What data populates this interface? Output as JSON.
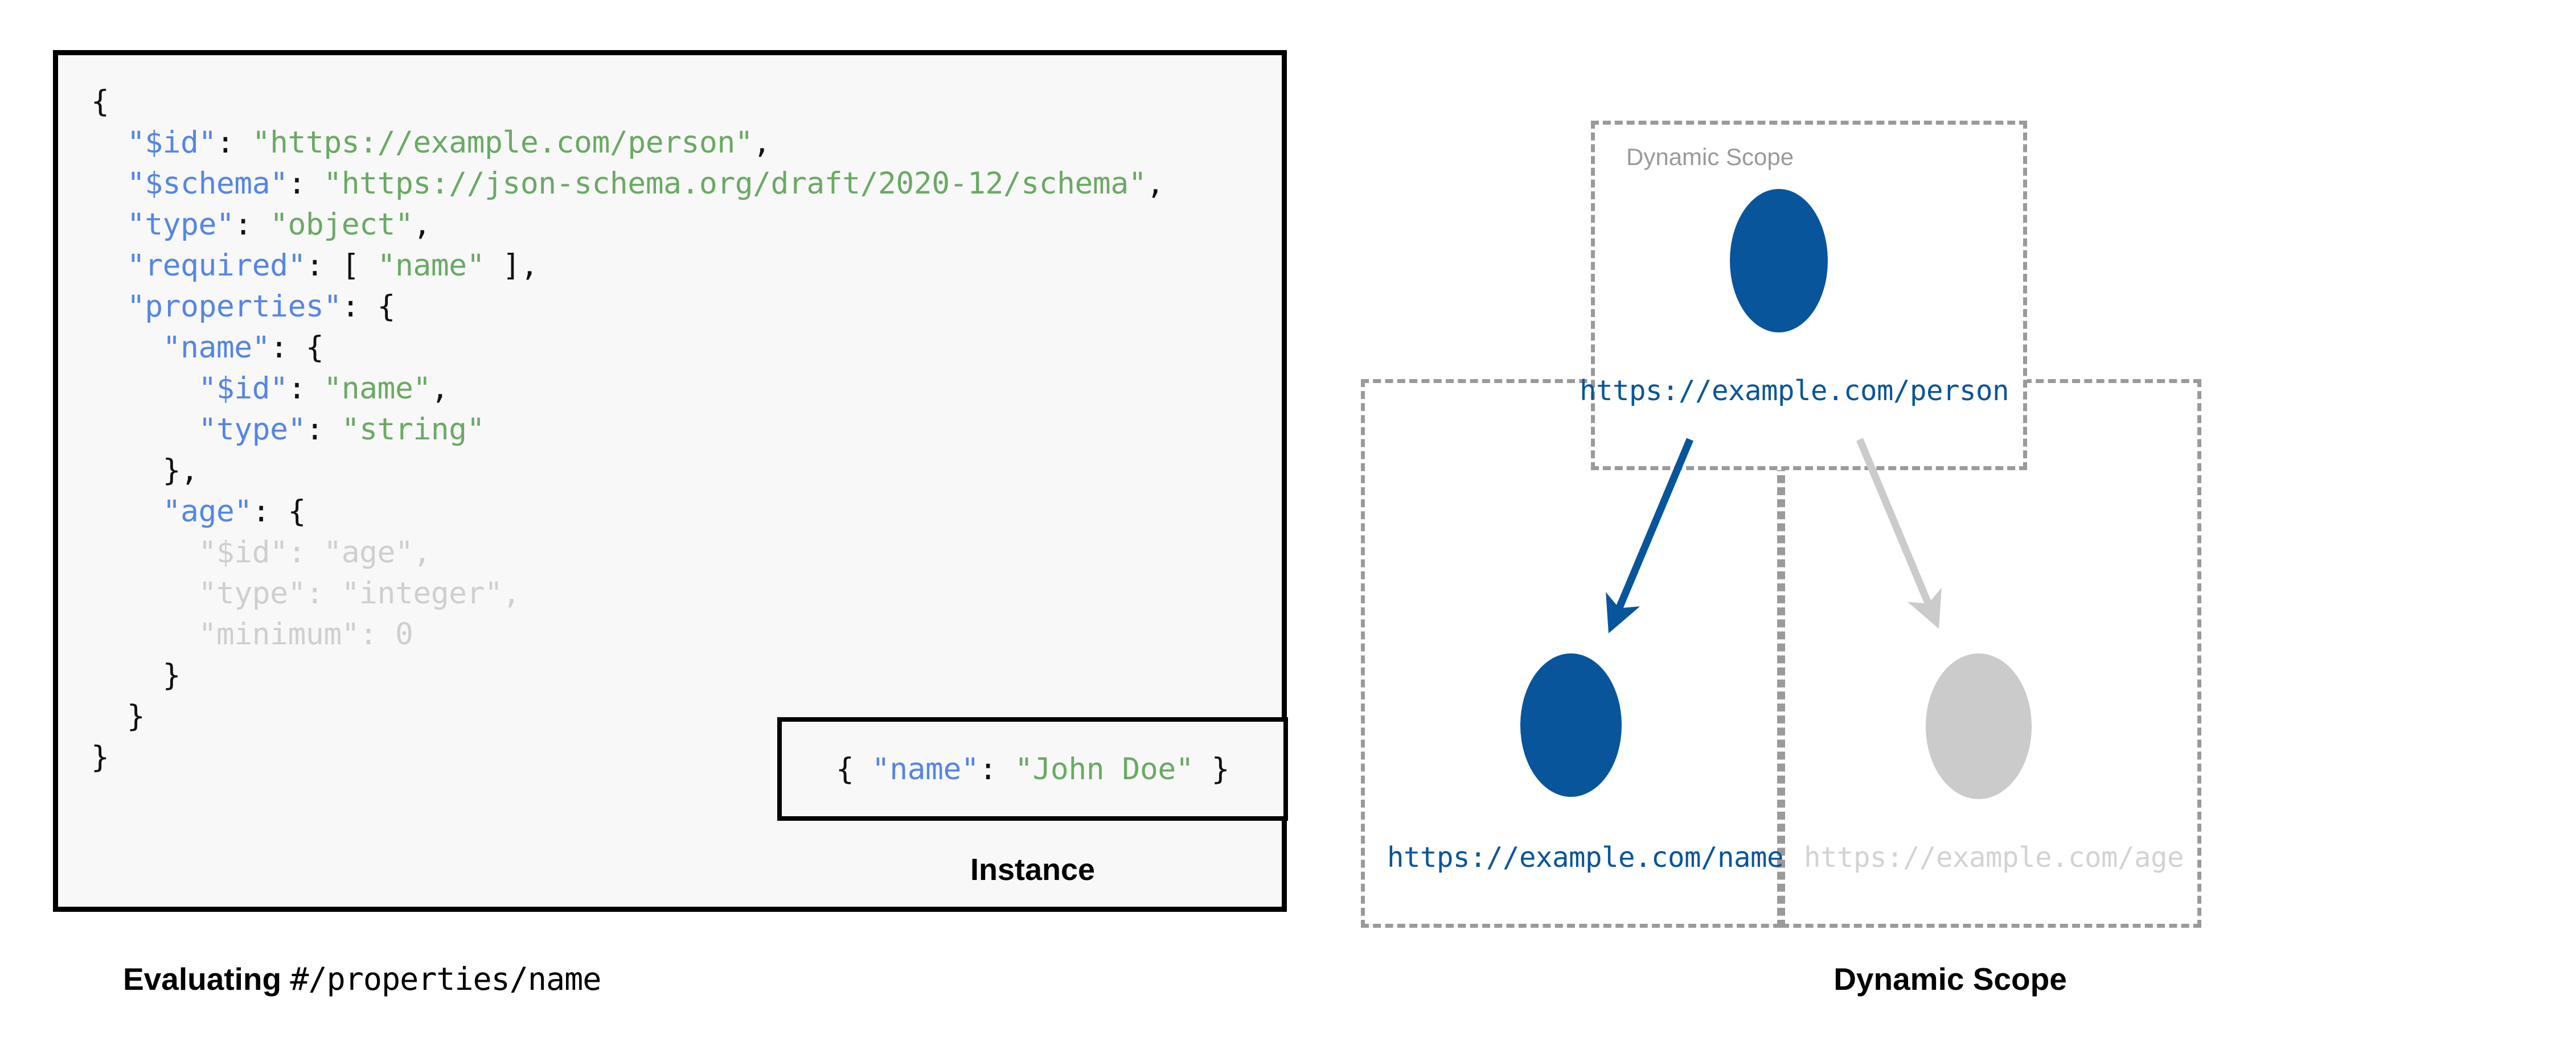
{
  "left": {
    "code_lines": [
      [
        {
          "t": "{",
          "c": "p"
        }
      ],
      [
        {
          "t": "  ",
          "c": "p"
        },
        {
          "t": "\"$id\"",
          "c": "k"
        },
        {
          "t": ": ",
          "c": "p"
        },
        {
          "t": "\"https://example.com/person\"",
          "c": "s"
        },
        {
          "t": ",",
          "c": "p"
        }
      ],
      [
        {
          "t": "  ",
          "c": "p"
        },
        {
          "t": "\"$schema\"",
          "c": "k"
        },
        {
          "t": ": ",
          "c": "p"
        },
        {
          "t": "\"https://json-schema.org/draft/2020-12/schema\"",
          "c": "s"
        },
        {
          "t": ",",
          "c": "p"
        }
      ],
      [
        {
          "t": "  ",
          "c": "p"
        },
        {
          "t": "\"type\"",
          "c": "k"
        },
        {
          "t": ": ",
          "c": "p"
        },
        {
          "t": "\"object\"",
          "c": "s"
        },
        {
          "t": ",",
          "c": "p"
        }
      ],
      [
        {
          "t": "  ",
          "c": "p"
        },
        {
          "t": "\"required\"",
          "c": "k"
        },
        {
          "t": ": [ ",
          "c": "p"
        },
        {
          "t": "\"name\"",
          "c": "s"
        },
        {
          "t": " ],",
          "c": "p"
        }
      ],
      [
        {
          "t": "  ",
          "c": "p"
        },
        {
          "t": "\"properties\"",
          "c": "k"
        },
        {
          "t": ": {",
          "c": "p"
        }
      ],
      [
        {
          "t": "    ",
          "c": "p"
        },
        {
          "t": "\"name\"",
          "c": "k"
        },
        {
          "t": ": {",
          "c": "p"
        }
      ],
      [
        {
          "t": "      ",
          "c": "p"
        },
        {
          "t": "\"$id\"",
          "c": "k"
        },
        {
          "t": ": ",
          "c": "p"
        },
        {
          "t": "\"name\"",
          "c": "s"
        },
        {
          "t": ",",
          "c": "p"
        }
      ],
      [
        {
          "t": "      ",
          "c": "p"
        },
        {
          "t": "\"type\"",
          "c": "k"
        },
        {
          "t": ": ",
          "c": "p"
        },
        {
          "t": "\"string\"",
          "c": "s"
        }
      ],
      [
        {
          "t": "    },",
          "c": "p"
        }
      ],
      [
        {
          "t": "    ",
          "c": "p"
        },
        {
          "t": "\"age\"",
          "c": "k"
        },
        {
          "t": ": {",
          "c": "p"
        }
      ],
      [
        {
          "t": "      ",
          "c": "dim-p"
        },
        {
          "t": "\"$id\"",
          "c": "dim-k"
        },
        {
          "t": ": ",
          "c": "dim-p"
        },
        {
          "t": "\"age\"",
          "c": "dim-s"
        },
        {
          "t": ",",
          "c": "dim-p"
        }
      ],
      [
        {
          "t": "      ",
          "c": "dim-p"
        },
        {
          "t": "\"type\"",
          "c": "dim-k"
        },
        {
          "t": ": ",
          "c": "dim-p"
        },
        {
          "t": "\"integer\"",
          "c": "dim-s"
        },
        {
          "t": ",",
          "c": "dim-p"
        }
      ],
      [
        {
          "t": "      ",
          "c": "dim-p"
        },
        {
          "t": "\"minimum\"",
          "c": "dim-k"
        },
        {
          "t": ": ",
          "c": "dim-p"
        },
        {
          "t": "0",
          "c": "dim-s"
        }
      ],
      [
        {
          "t": "    }",
          "c": "p"
        }
      ],
      [
        {
          "t": "  }",
          "c": "p"
        }
      ],
      [
        {
          "t": "}",
          "c": "p"
        }
      ]
    ],
    "instance": {
      "code_parts": [
        {
          "t": "{ ",
          "c": "p"
        },
        {
          "t": "\"name\"",
          "c": "k"
        },
        {
          "t": ": ",
          "c": "p"
        },
        {
          "t": "\"John Doe\"",
          "c": "s"
        },
        {
          "t": " }",
          "c": "p"
        }
      ],
      "label": "Instance"
    },
    "caption_bold": "Evaluating",
    "caption_mono": "#/properties/name"
  },
  "right": {
    "scope_label": "Dynamic Scope",
    "nodes": [
      {
        "id": "person",
        "label": "https://example.com/person",
        "state": "active"
      },
      {
        "id": "name",
        "label": "https://example.com/name",
        "state": "active"
      },
      {
        "id": "age",
        "label": "https://example.com/age",
        "state": "dimmed"
      }
    ],
    "caption": "Dynamic Scope"
  },
  "colors": {
    "accent_blue": "#08559b",
    "key_blue": "#5585e8",
    "string_green": "#6aaa64",
    "dim_grey": "#cbcbcb",
    "dashed_grey": "#9a9a9a",
    "panel_bg": "#f8f8f8",
    "border_black": "#000000"
  }
}
